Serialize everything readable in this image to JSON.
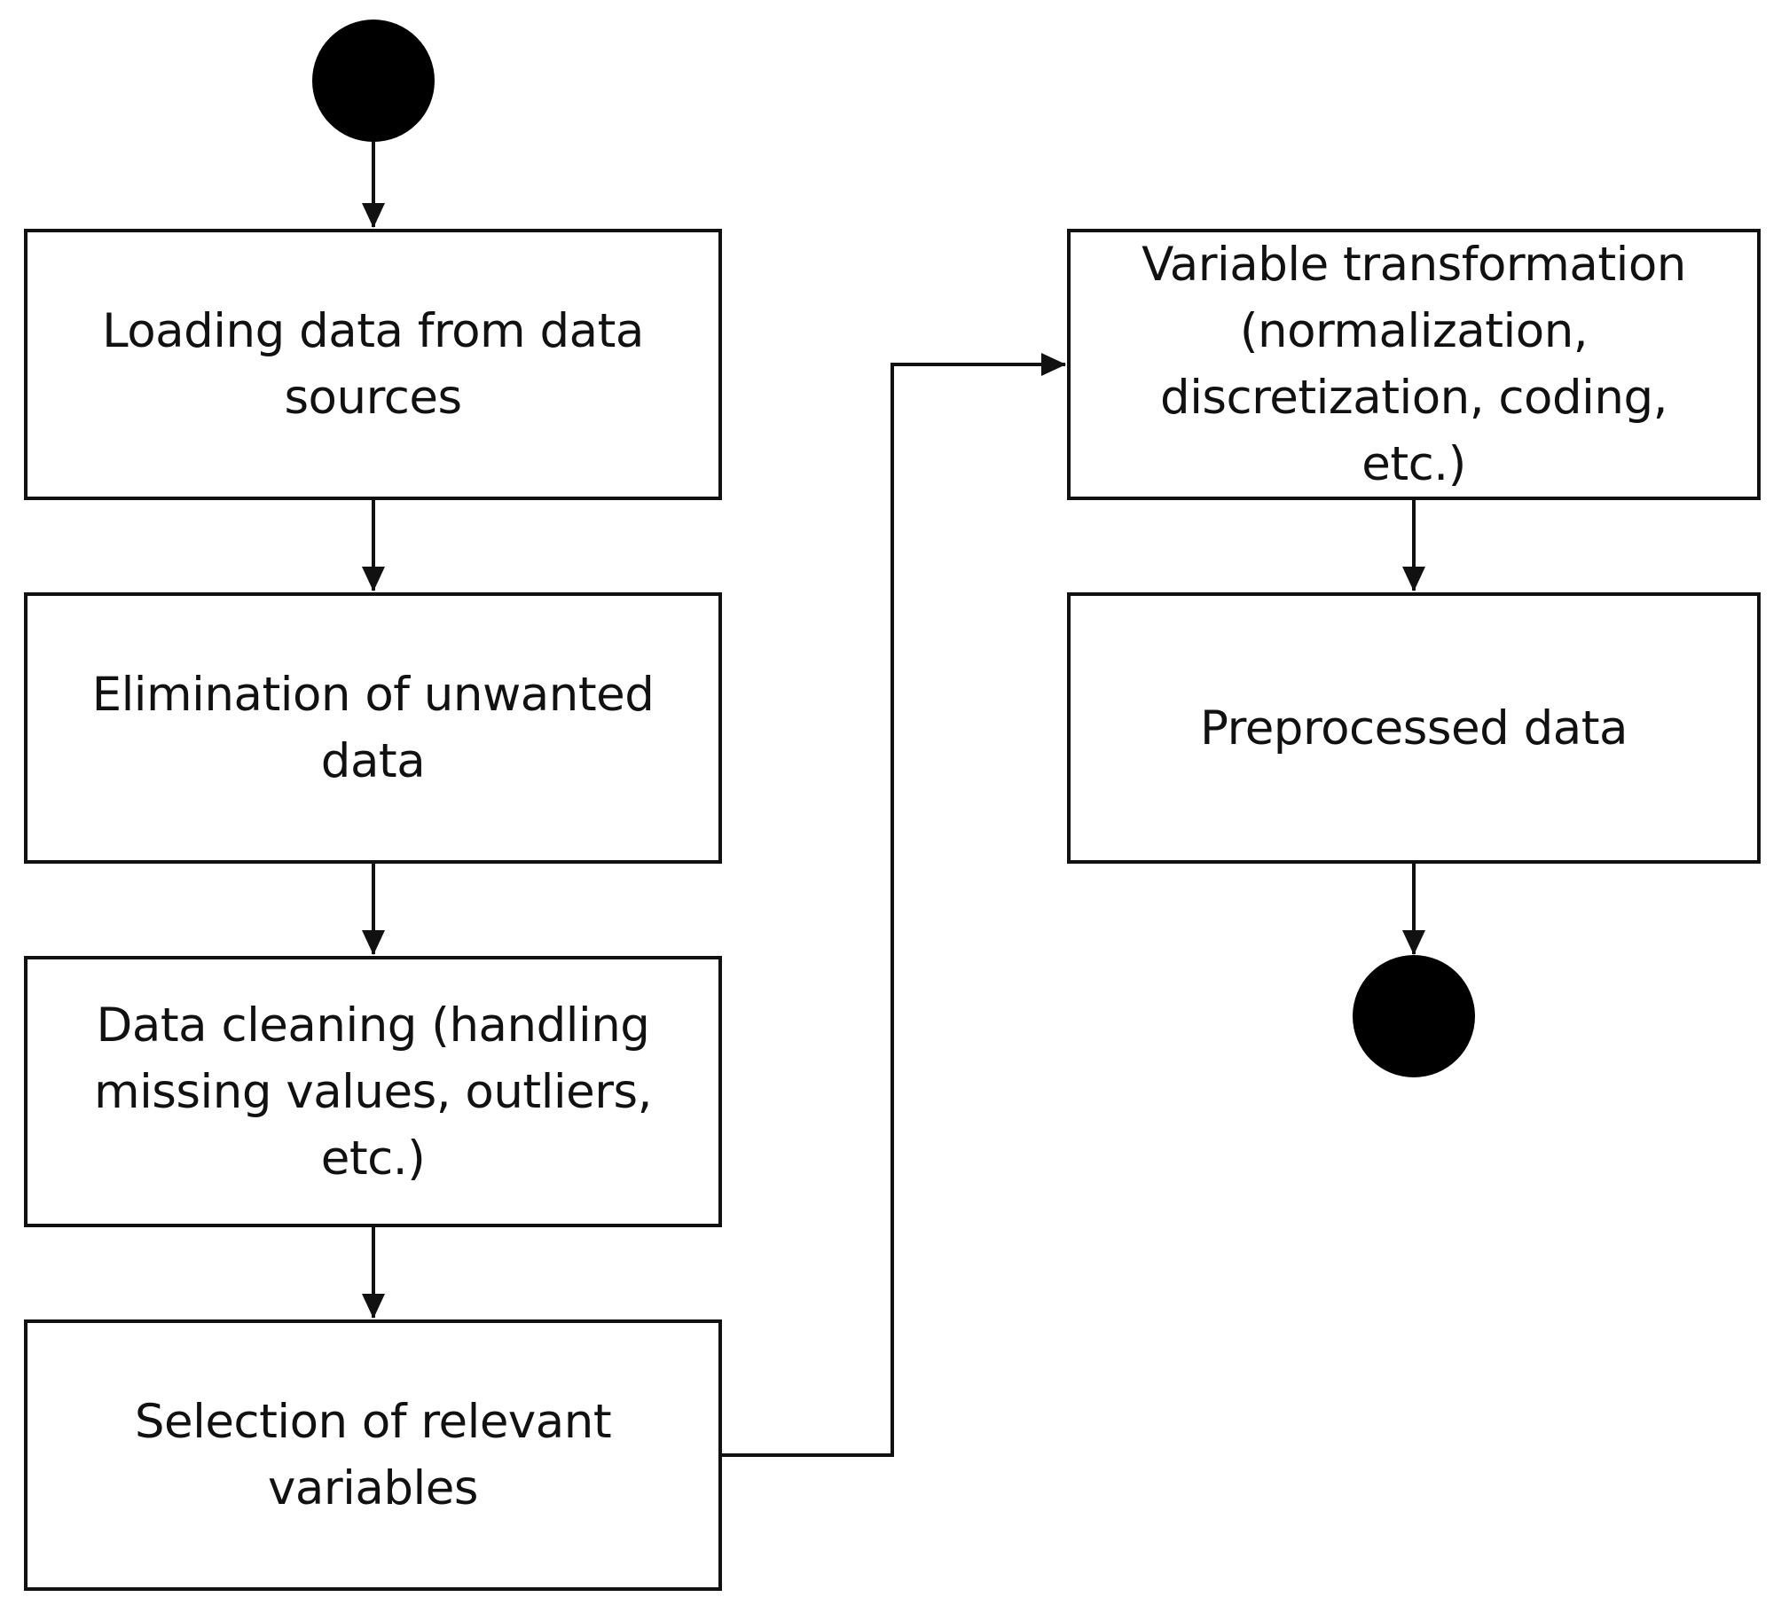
{
  "steps": {
    "loading": "Loading data from data sources",
    "elimination": "Elimination of unwanted data",
    "cleaning": "Data cleaning (handling missing values, outliers, etc.)",
    "selection": "Selection of relevant variables",
    "transformation": "Variable transformation (normalization, discretization, coding, etc.)",
    "preprocessed": "Preprocessed data"
  },
  "colors": {
    "stroke": "#111111",
    "node_fill": "#000000",
    "box_fill": "#ffffff"
  }
}
